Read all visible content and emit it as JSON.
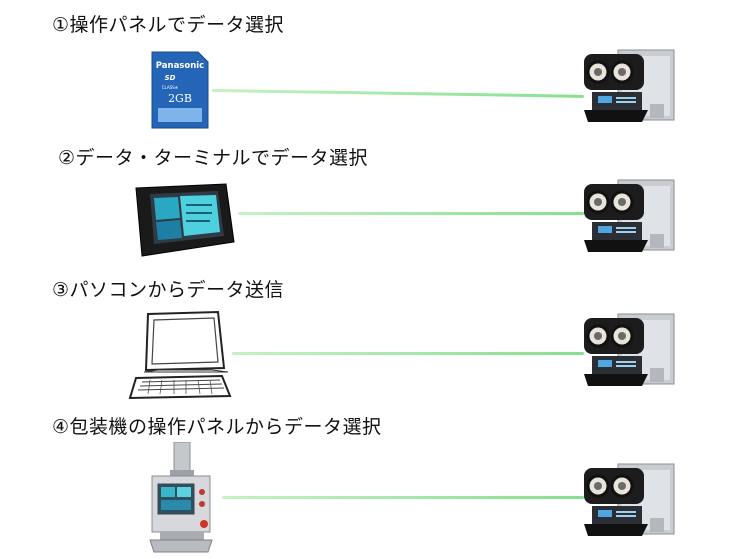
{
  "rows": [
    {
      "caption": "①操作パネルでデータ選択",
      "device": "sd-card",
      "sd_brand": "Panasonic",
      "sd_logo": "SD",
      "sd_class": "CLASS④",
      "sd_capacity": "2GB"
    },
    {
      "caption": "②データ・ターミナルでデータ選択",
      "device": "data-terminal"
    },
    {
      "caption": "③パソコンからデータ送信",
      "device": "personal-computer"
    },
    {
      "caption": "④包装機の操作パネルからデータ選択",
      "device": "packaging-machine-panel"
    }
  ],
  "target_device": "printer-unit",
  "colors": {
    "link": "#8fe39a",
    "sd_blue": "#1f5fb4",
    "panel_teal": "#39b6c8"
  }
}
